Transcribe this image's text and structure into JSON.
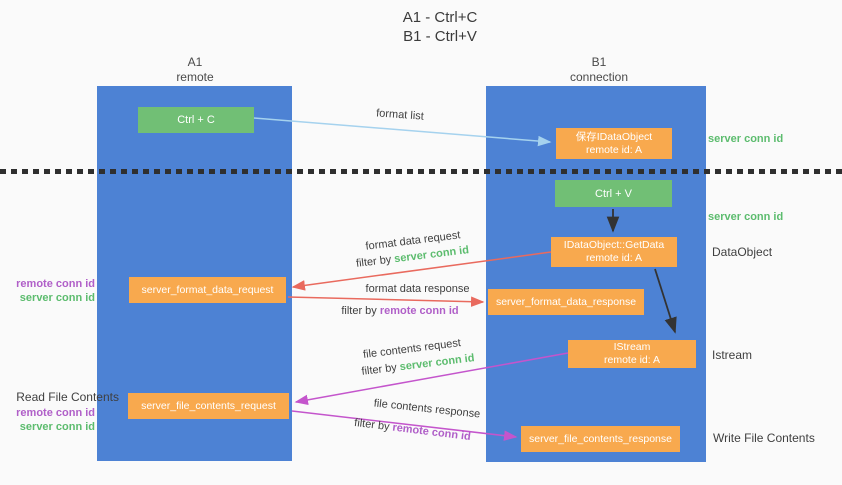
{
  "title": {
    "line1": "A1 - Ctrl+C",
    "line2": "B1 - Ctrl+V"
  },
  "columns": {
    "a": {
      "name": "A1",
      "subtitle": "remote"
    },
    "b": {
      "name": "B1",
      "subtitle": "connection"
    }
  },
  "nodes": {
    "ctrl_c": {
      "label": "Ctrl + C"
    },
    "save_idataobject": {
      "line1": "保存IDataObject",
      "line2": "remote id: A"
    },
    "ctrl_v": {
      "label": "Ctrl + V"
    },
    "getdata": {
      "line1": "IDataObject::GetData",
      "line2": "remote id: A"
    },
    "format_request": {
      "label": "server_format_data_request"
    },
    "format_response": {
      "label": "server_format_data_response"
    },
    "istream": {
      "line1": "IStream",
      "line2": "remote id: A"
    },
    "file_request": {
      "label": "server_file_contents_request"
    },
    "file_response": {
      "label": "server_file_contents_response"
    }
  },
  "side_labels": {
    "server_conn_id_top": "server conn id",
    "server_conn_id_mid": "server conn id",
    "dataobject": "DataObject",
    "istream": "Istream",
    "write_file_contents": "Write File Contents",
    "read_file_contents": "Read File Contents",
    "remote_conn_id_left1": "remote conn id",
    "server_conn_id_left1": "server conn id",
    "remote_conn_id_left2": "remote conn id",
    "server_conn_id_left2": "server conn id"
  },
  "arrows": {
    "format_list": {
      "label": "format list"
    },
    "format_data_request": {
      "label": "format data request",
      "filter_prefix": "filter by",
      "filter_key": "server conn id"
    },
    "format_data_response": {
      "label": "format data response",
      "filter_prefix": "filter by",
      "filter_key": "remote conn id"
    },
    "file_contents_request": {
      "label": "file contents request",
      "filter_prefix": "filter by",
      "filter_key": "server conn id"
    },
    "file_contents_response": {
      "label": "file contents response",
      "filter_prefix": "filter by",
      "filter_key": "remote conn id"
    }
  },
  "colors": {
    "lifeline_blue": "#4d82d4",
    "node_green": "#71bf75",
    "node_orange": "#f8a94e",
    "arrow_light_blue": "#a5d2ee",
    "arrow_red": "#e96a5e",
    "arrow_magenta": "#c455cc",
    "arrow_black": "#333333",
    "text_green": "#5cbc6e",
    "text_purple": "#b05fc8",
    "background": "#fafafa"
  }
}
